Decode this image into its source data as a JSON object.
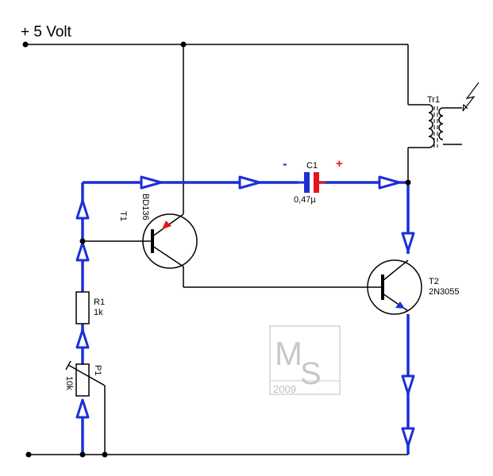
{
  "supply_label": "+ 5 Volt",
  "components": {
    "transformer": {
      "ref": "Tr1"
    },
    "capacitor": {
      "ref": "C1",
      "value": "0,47µ",
      "minus": "-",
      "plus": "+"
    },
    "transistor1": {
      "ref": "T1",
      "type": "BD136"
    },
    "transistor2": {
      "ref": "T2",
      "type": "2N3055"
    },
    "resistor": {
      "ref": "R1",
      "value": "1k"
    },
    "potentiometer": {
      "ref": "P1",
      "value": "10k"
    }
  },
  "watermark": {
    "text": "MS",
    "year": "2009"
  },
  "colors": {
    "wire": "#000000",
    "current_flow": "#1c2fd6",
    "cap_minus_plate": "#1c2fd6",
    "cap_plus_plate": "#e3141b",
    "pnp_emitter_arrow": "#e3141b",
    "watermark": "#bfbfbf"
  }
}
